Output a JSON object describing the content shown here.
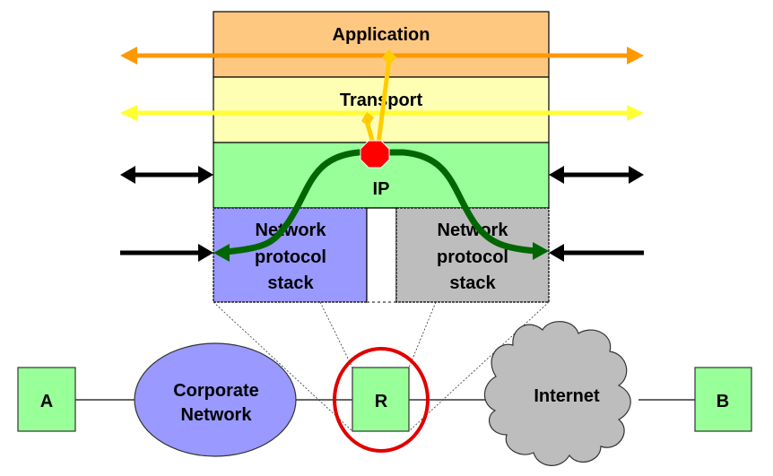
{
  "layers": {
    "application": {
      "label": "Application",
      "color": "#FFC880"
    },
    "transport": {
      "label": "Transport",
      "color": "#FFFFB4"
    },
    "ip": {
      "label": "IP",
      "color": "#99FF99"
    },
    "network_left": {
      "lines": [
        "Network",
        "protocol",
        "stack"
      ],
      "color": "#9999FF"
    },
    "network_right": {
      "lines": [
        "Network",
        "protocol",
        "stack"
      ],
      "color": "#BDBDBD"
    }
  },
  "arrows": {
    "application_color": "#FF9900",
    "transport_color": "#FFFF33",
    "ip_color": "#000000",
    "network_color": "#000000",
    "path_color": "#006600",
    "up_path_color": "#FFCC00"
  },
  "stop_sign_color": "#FF0000",
  "nodes": {
    "host_a": {
      "label": "A",
      "color": "#99FF99"
    },
    "corporate_network": {
      "lines": [
        "Corporate",
        "Network"
      ],
      "color": "#9999FF"
    },
    "router": {
      "label": "R",
      "color": "#99FF99"
    },
    "internet": {
      "label": "Internet",
      "color": "#BDBDBD"
    },
    "host_b": {
      "label": "B",
      "color": "#99FF99"
    }
  },
  "highlight_color": "#E00000"
}
